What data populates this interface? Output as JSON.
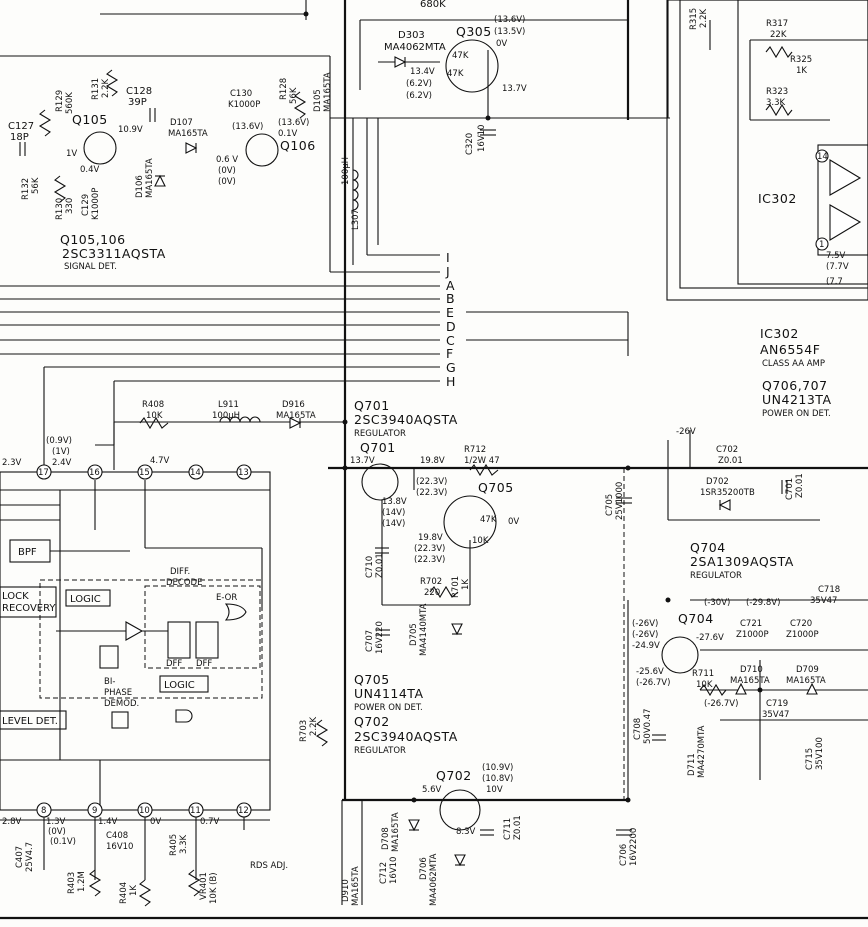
{
  "top": {
    "r_680k": "680K",
    "d303": "D303",
    "d303_part": "MA4062MTA",
    "q305": "Q305",
    "q305_v1": "(13.6V)",
    "q305_v2": "(13.5V)",
    "q305_v3": "0V",
    "v13_4": "13.4V",
    "v6_2": "(6.2V)",
    "v6_2b": "(6.2V)",
    "v13_7": "13.7V",
    "r47k_a": "47K",
    "r47k_b": "47K",
    "c320": "C320",
    "c320_v": "16V10",
    "l307": "L307",
    "l307_v": "100µH"
  },
  "q105": {
    "r131": "R131",
    "r131_v": "2.2K",
    "r129": "R129",
    "r129_v": "560K",
    "c128": "C128",
    "c128_v": "39P",
    "c127": "C127",
    "c127_v": "18P",
    "q105": "Q105",
    "v1": "1V",
    "v10_9": "10.9V",
    "d107": "D107",
    "d107_part": "MA165TA",
    "c130": "C130",
    "c130_v": "K1000P",
    "r128": "R128",
    "r128_v": "56K",
    "v13_6a": "(13.6V)",
    "v13_6b": "(13.6V)",
    "v0_1": "0.1V",
    "d105": "D105",
    "d105_part": "MA165TA",
    "q106": "Q106",
    "v0_6": "0.6 V",
    "v0v_a": "(0V)",
    "v0v_b": "(0V)",
    "d106": "D106",
    "d106_part": "MA165TA",
    "v0_4": "0.4V",
    "r132": "R132",
    "r132_v": "56K",
    "r130": "R130",
    "r130_v": "330",
    "c129": "C129",
    "c129_v": "K1000P",
    "title": "Q105,106",
    "part": "2SC3311AQSTA",
    "desc": "SIGNAL DET."
  },
  "ic302": {
    "r315": "R315",
    "r315_v": "2.2K",
    "r317": "R317",
    "r317_v": "22K",
    "r325": "R325",
    "r325_v": "1K",
    "r323": "R323",
    "r323_v": "3.3K",
    "pin14": "14",
    "pin1": "1",
    "name": "IC302",
    "v7_5": "7.5V",
    "v7_7": "(7.7V",
    "v7_7b": "(7.7"
  },
  "bus": [
    "I",
    "J",
    "A",
    "B",
    "E",
    "D",
    "C",
    "F",
    "G",
    "H"
  ],
  "notes": {
    "ic302": "IC302",
    "ic302_part": "AN6554F",
    "ic302_desc": "CLASS AA AMP",
    "q706": "Q706,707",
    "q706_part": "UN4213TA",
    "q706_desc": "POWER ON DET."
  },
  "rds": {
    "r408": "R408",
    "r408_v": "10K",
    "l911": "L911",
    "l911_v": "100µH",
    "d916": "D916",
    "d916_part": "MA165TA",
    "v0_9": "(0.9V)",
    "v1v": "(1V)",
    "v24": "2.4V",
    "v2_3": "2.3V",
    "v4_7": "4.7V",
    "pins_top": [
      "17",
      "16",
      "15",
      "14",
      "13"
    ],
    "pins_bot": [
      "8",
      "9",
      "10",
      "11",
      "12"
    ],
    "bpf": "BPF",
    "lock1": "LOCK",
    "lock2": "RECOVERY",
    "logic1": "LOGIC",
    "logic2": "LOGIC",
    "diff1": "DIFF.",
    "diff2": "DECODE",
    "eor": "E-OR",
    "dff1": "DFF",
    "dff2": "DFF",
    "bi1": "BI-",
    "bi2": "PHASE",
    "bi3": "DEMOD.",
    "level": "LEVEL DET.",
    "v2_8": "2.8V",
    "v1_3": "1.3V",
    "v0v_c": "(0V)",
    "v0_1v": "(0.1V)",
    "v1_4": "1.4V",
    "v0v_d": "0V",
    "v0_7": "0.7V",
    "c407": "C407",
    "c407_v": "25V4.7",
    "c408": "C408",
    "c408_v": "16V10",
    "r403": "R403",
    "r403_v": "1.2M",
    "r404": "R404",
    "r404_v": "1K",
    "r405": "R405",
    "r405_v": "3.3K",
    "vr401": "VR401",
    "vr401_v": "10K (B)",
    "rds_adj": "RDS ADJ."
  },
  "reg": {
    "q701_t": "Q701",
    "q701_part": "2SC3940AQSTA",
    "q701_desc": "REGULATOR",
    "q701": "Q701",
    "v13_7": "13.7V",
    "v19_8": "19.8V",
    "v22_3": "(22.3V)",
    "v22_3b": "(22.3V)",
    "r712": "R712",
    "r712_v": "1/2W 47",
    "q705": "Q705",
    "v13_8": "13.8V",
    "v14a": "(14V)",
    "v14b": "(14V)",
    "v19_8b": "19.8V",
    "v22_3c": "(22.3V)",
    "v22_3d": "(22.3V)",
    "r47k": "47K",
    "r10k": "10K",
    "v0v": "0V",
    "c710": "C710",
    "c710_v": "Z0.01",
    "r702": "R702",
    "r702_v": "220",
    "r701": "R701",
    "r701_v": "1K",
    "c707": "C707",
    "c707_v": "16V220",
    "d705": "D705",
    "d705_part": "MA4140MTA",
    "q705_t": "Q705",
    "q705_part": "UN4114TA",
    "q705_desc": "POWER ON DET.",
    "q702_t": "Q702",
    "q702_part": "2SC3940AQSTA",
    "q702_desc": "REGULATOR",
    "r703": "R703",
    "r703_v": "2.2K",
    "q702": "Q702",
    "v10_9": "(10.9V)",
    "v10_8": "(10.8V)",
    "v10v": "10V",
    "v5_6": "5.6V",
    "v8_3": "8.3V",
    "c711": "C711",
    "c711_v": "Z0.01",
    "d708": "D708",
    "d708_part": "MA165TA",
    "c712": "C712",
    "c712_v": "16V10",
    "d706": "D706",
    "d706_part": "MA4062MTA",
    "d910": "D910",
    "d910_part": "MA165TA",
    "c705": "C705",
    "c705_v": "25V1000"
  },
  "right": {
    "v26": "-26V",
    "c702": "C702",
    "c702_v": "Z0.01",
    "d702": "D702",
    "d702_part": "1SR35200TB",
    "c701": "C701",
    "c701_v": "Z0.01",
    "q704_t": "Q704",
    "q704_part": "2SA1309AQSTA",
    "q704_desc": "REGULATOR",
    "c718": "C718",
    "c718_v": "35V47",
    "v30": "(-30V)",
    "v29_8": "(-29.8V)",
    "q704": "Q704",
    "c721": "C721",
    "c721_v": "Z1000P",
    "c720": "C720",
    "c720_v": "Z1000P",
    "vm26a": "(-26V)",
    "vm26b": "(-26V)",
    "v24_9": "-24.9V",
    "v27_6": "-27.6V",
    "v25_6": "-25.6V",
    "v26_7": "(-26.7V)",
    "v26_7b": "(-26.7V)",
    "d710": "D710",
    "d710_part": "MA165TA",
    "d709": "D709",
    "d709_part": "MA165TA",
    "r711": "R711",
    "r711_v": "10K",
    "c708": "C708",
    "c708_v": "50V0.47",
    "d711": "D711",
    "d711_part": "MA4270MTA",
    "c719": "C719",
    "c719_v": "35V47",
    "c715": "C715",
    "c715_v": "35V100",
    "c706": "C706",
    "c706_v": "16V2200"
  }
}
